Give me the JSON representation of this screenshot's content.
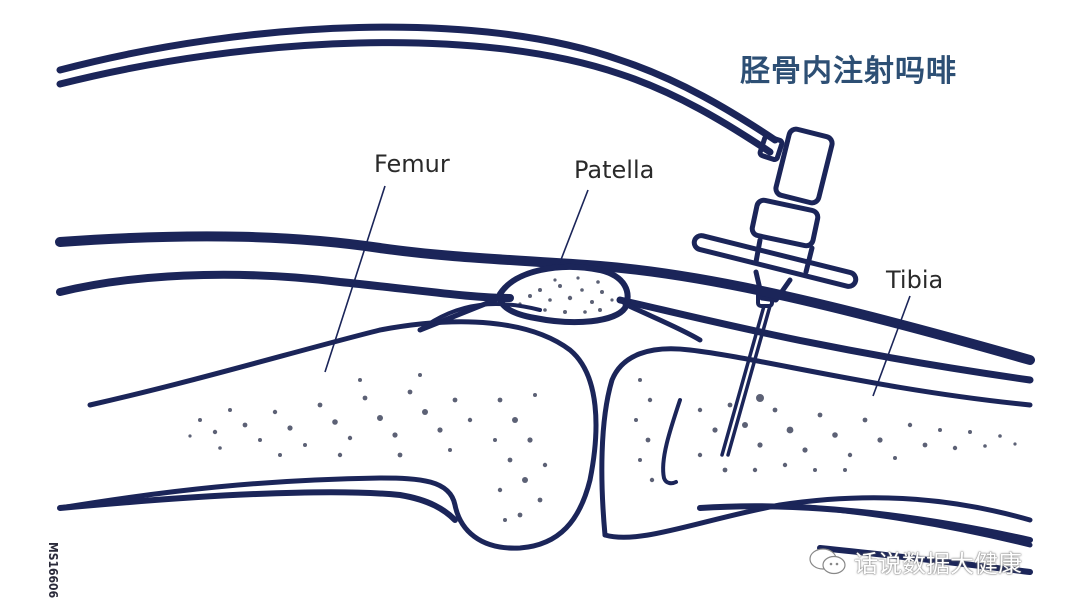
{
  "title": "胫骨内注射吗啡",
  "labels": {
    "femur": "Femur",
    "patella": "Patella",
    "tibia": "Tibia"
  },
  "figure_code": "MS16606",
  "watermark": {
    "icon": "wechat-icon",
    "text": "话说数据大健康"
  },
  "colors": {
    "line": "#1b2559",
    "title": "#2d4f74",
    "bone_texture": "#5c6175",
    "background": "#ffffff"
  },
  "diagram": {
    "subject": "Knee joint cross-section with intraosseous needle inserted into tibia",
    "structures": [
      "skin",
      "femur",
      "patella",
      "tibia",
      "intraosseous needle",
      "infusion tubing"
    ]
  }
}
